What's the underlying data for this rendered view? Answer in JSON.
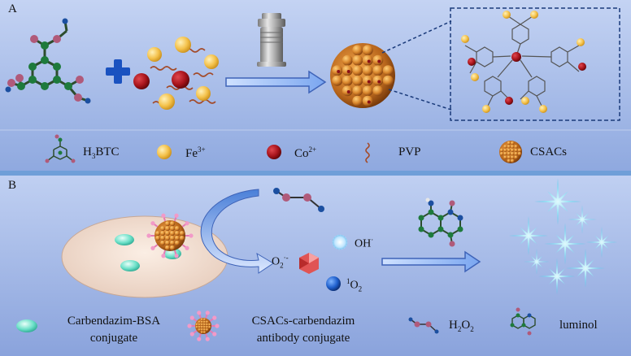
{
  "panels": {
    "a_label": "A",
    "b_label": "B"
  },
  "legend_a": {
    "h3btc_pre": "H",
    "h3btc_sub": "3",
    "h3btc_post": "BTC",
    "fe_base": "Fe",
    "fe_sup": "3+",
    "co_base": "Co",
    "co_sup": "2+",
    "pvp": "PVP",
    "csacs": "CSACs"
  },
  "species": {
    "oh_base": "OH",
    "oh_sup": "·",
    "o2_base": "O",
    "o2_sub": "2",
    "o2_sup": "·-",
    "singlet_pre": "1",
    "singlet_base": "O",
    "singlet_sub": "2"
  },
  "legend_b": {
    "bsa_line1": "Carbendazim-BSA",
    "bsa_line2": "conjugate",
    "ab_line1": "CSACs-carbendazim",
    "ab_line2": "antibody conjugate",
    "h2o2_base": "H",
    "h2o2_sub1": "2",
    "h2o2_mid": "O",
    "h2o2_sub2": "2",
    "luminol": "luminol"
  },
  "colors": {
    "panel_top": "#b7c9ef",
    "panel_bottom": "#8fa8e0",
    "divider": "#6f9fd8",
    "fe": "#f6c54a",
    "co": "#a8141c",
    "carbon": "#1e7a3c",
    "oxygen": "#b05a7a",
    "hydrogen": "#1b4fa0",
    "arrow": "#2f67c9",
    "chemi": "#6fd8f0"
  }
}
